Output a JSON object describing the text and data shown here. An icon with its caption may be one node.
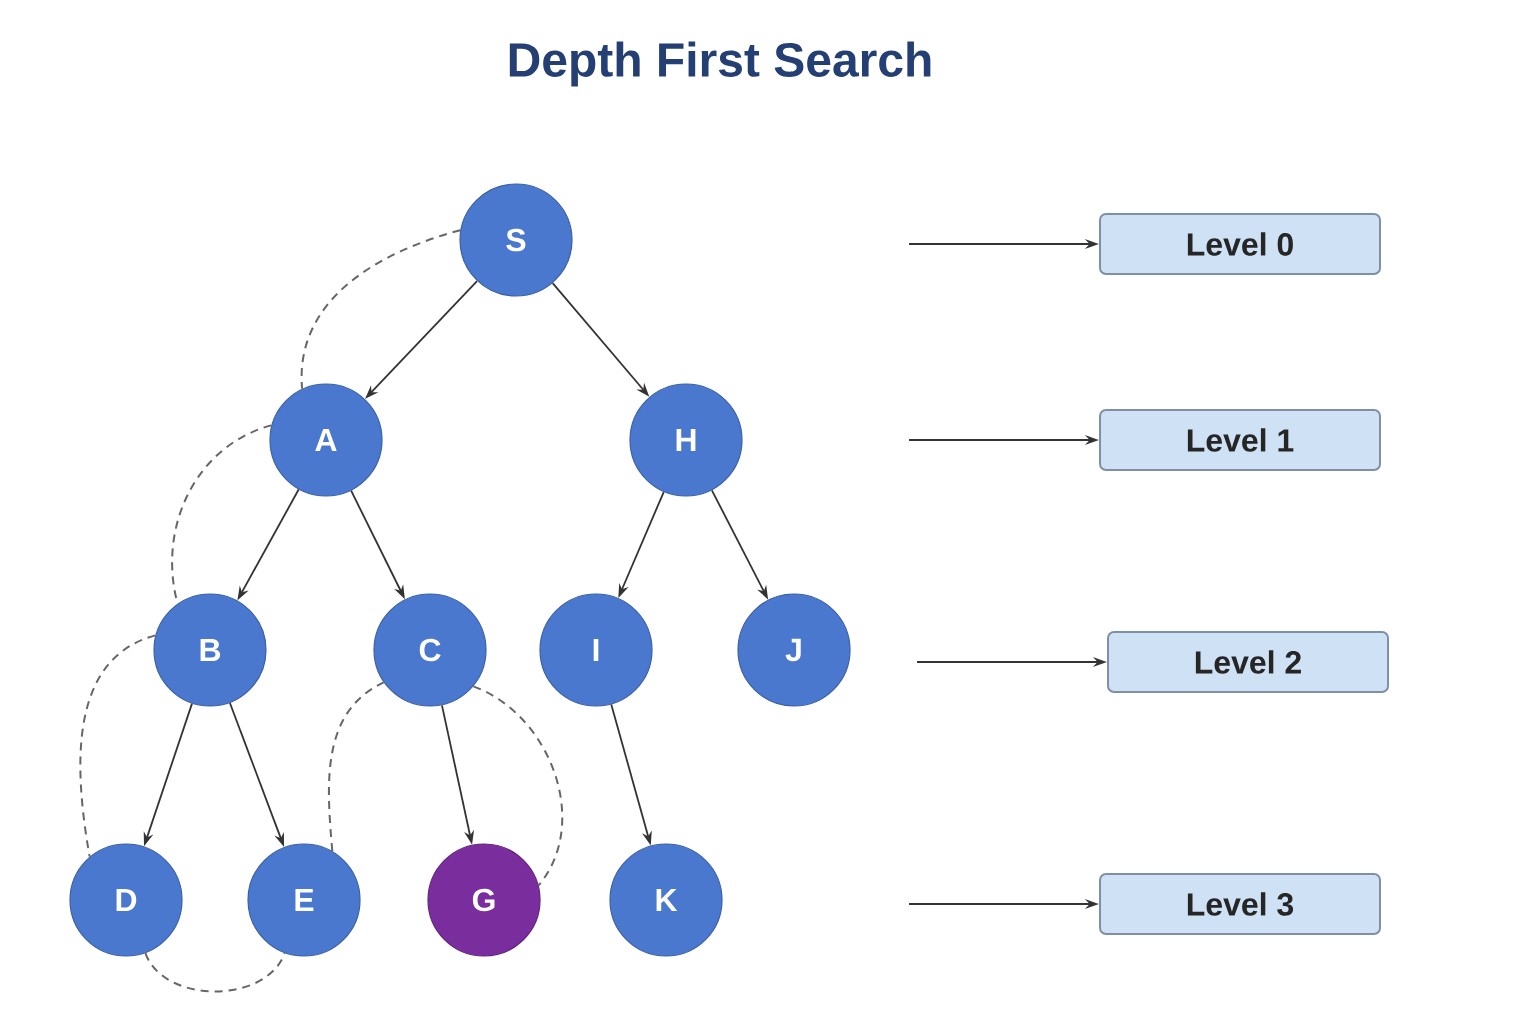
{
  "diagram": {
    "title": "Depth First Search",
    "nodes": [
      {
        "text": [
          "S"
        ]
      },
      {
        "text": [
          "A"
        ]
      },
      {
        "text": [
          "H"
        ]
      },
      {
        "text": [
          "B"
        ]
      },
      {
        "text": [
          "C"
        ]
      },
      {
        "text": [
          "I"
        ]
      },
      {
        "text": [
          "J"
        ]
      },
      {
        "text": [
          "D"
        ]
      },
      {
        "text": [
          "E"
        ]
      },
      {
        "text": [
          "G"
        ]
      },
      {
        "text": [
          "K"
        ]
      },
      {
        "text": [
          "Level 0"
        ]
      },
      {
        "text": [
          "Level 1"
        ]
      },
      {
        "text": [
          "Level 2"
        ]
      },
      {
        "text": [
          "Level 3"
        ]
      }
    ],
    "edges": [
      {
        "from": 0,
        "to": 1,
        "arrow": "to"
      },
      {
        "from": 0,
        "to": 2,
        "arrow": "to"
      },
      {
        "from": 1,
        "to": 3,
        "arrow": "to"
      },
      {
        "from": 1,
        "to": 4,
        "arrow": "to"
      },
      {
        "from": 2,
        "to": 5,
        "arrow": "to"
      },
      {
        "from": 2,
        "to": 6,
        "arrow": "to"
      },
      {
        "from": 3,
        "to": 7,
        "arrow": "to"
      },
      {
        "from": 3,
        "to": 8,
        "arrow": "to"
      },
      {
        "from": 4,
        "to": 9,
        "arrow": "to"
      },
      {
        "from": 5,
        "to": 10,
        "arrow": "to"
      },
      {
        "from": 0,
        "to": 1,
        "arrow": "none",
        "style": "dashed"
      },
      {
        "from": 1,
        "to": 3,
        "arrow": "none",
        "style": "dashed"
      },
      {
        "from": 3,
        "to": 7,
        "arrow": "none",
        "style": "dashed"
      },
      {
        "from": 7,
        "to": 8,
        "arrow": "none",
        "style": "dashed"
      },
      {
        "from": 8,
        "to": 4,
        "arrow": "none",
        "style": "dashed"
      },
      {
        "from": 4,
        "to": 9,
        "arrow": "none",
        "style": "dashed"
      },
      {
        "from": null,
        "to": 11,
        "arrow": "to"
      },
      {
        "from": null,
        "to": 12,
        "arrow": "to"
      },
      {
        "from": null,
        "to": 13,
        "arrow": "to"
      },
      {
        "from": null,
        "to": 14,
        "arrow": "to"
      }
    ]
  }
}
